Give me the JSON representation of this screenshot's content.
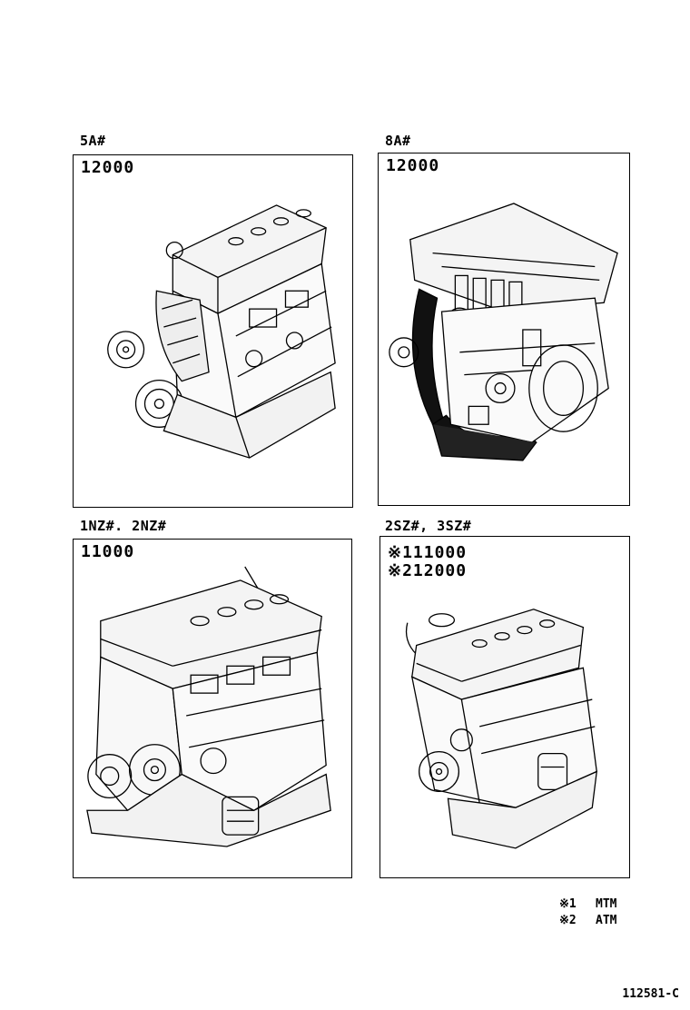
{
  "panels": [
    {
      "label": "5A#",
      "codes": [
        "12000"
      ],
      "image": "engine-5a-drawing"
    },
    {
      "label": "8A#",
      "codes": [
        "12000"
      ],
      "image": "engine-8a-drawing"
    },
    {
      "label": "1NZ#. 2NZ#",
      "codes": [
        "11000"
      ],
      "image": "engine-1nz-2nz-drawing"
    },
    {
      "label": "2SZ#,  3SZ#",
      "codes": [
        "※111000",
        "※212000"
      ],
      "image": "engine-2sz-3sz-drawing"
    }
  ],
  "legend": [
    {
      "mark": "※1",
      "text": "MTM"
    },
    {
      "mark": "※2",
      "text": "ATM"
    }
  ],
  "figure_number": "112581-C"
}
